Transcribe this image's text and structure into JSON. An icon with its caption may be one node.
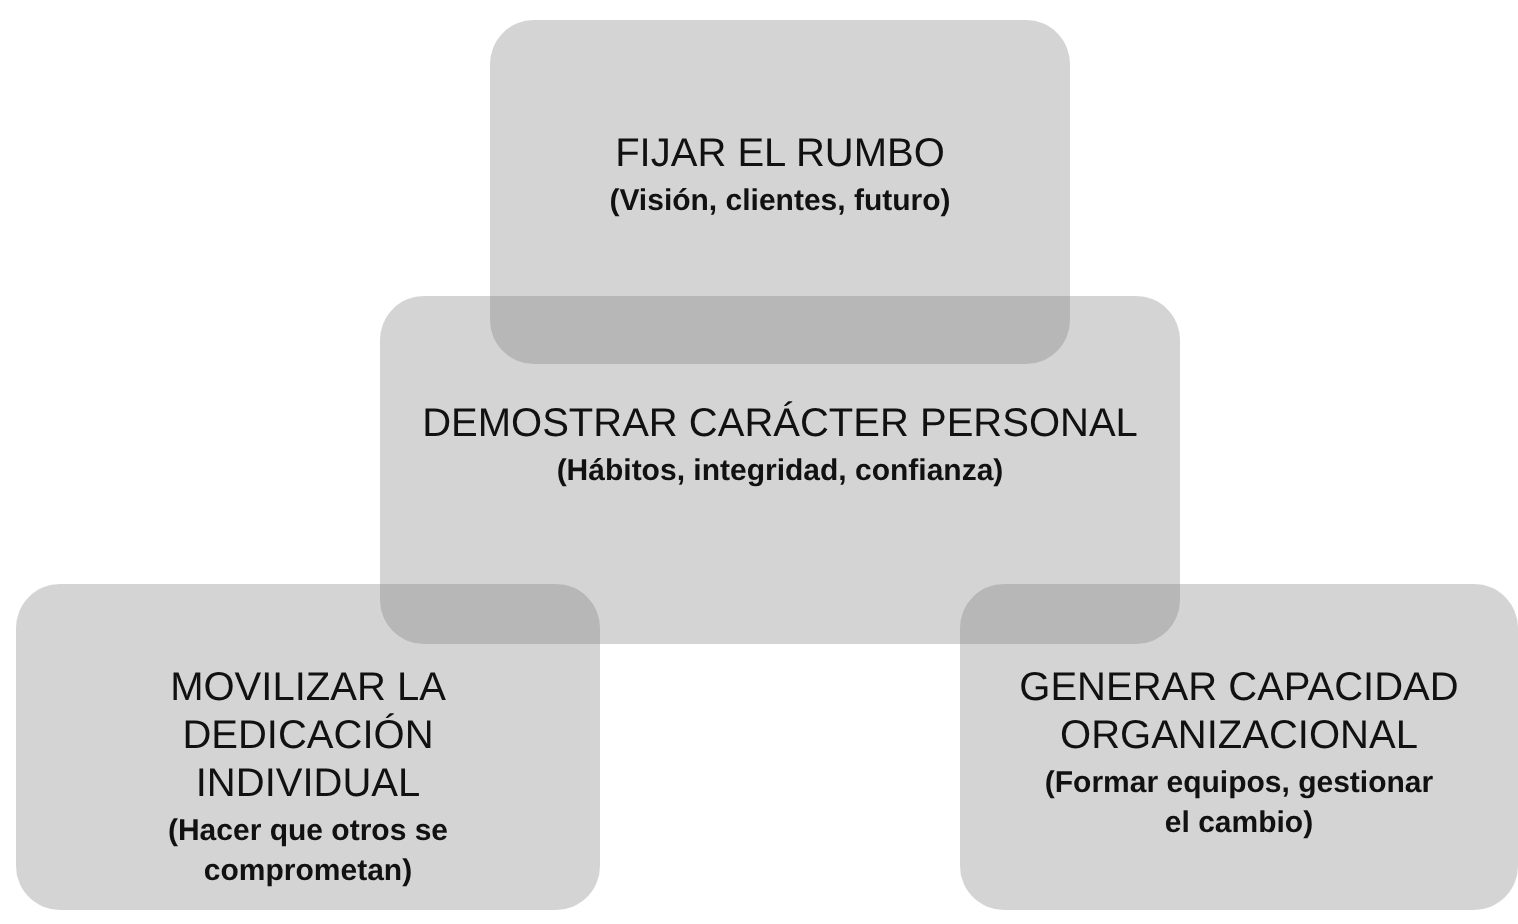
{
  "diagram": {
    "nodes": [
      {
        "text": [
          "FIJAR EL RUMBO",
          "(Visión, clientes, futuro)"
        ]
      },
      {
        "text": [
          "DEMOSTRAR CARÁCTER PERSONAL",
          "(Hábitos, integridad, confianza)"
        ]
      },
      {
        "text": [
          "MOVILIZAR LA DEDICACIÓN INDIVIDUAL",
          "(Hacer que otros se comprometan)"
        ]
      },
      {
        "text": [
          "GENERAR CAPACIDAD ORGANIZACIONAL",
          "(Formar equipos, gestionar el cambio)"
        ]
      }
    ]
  }
}
